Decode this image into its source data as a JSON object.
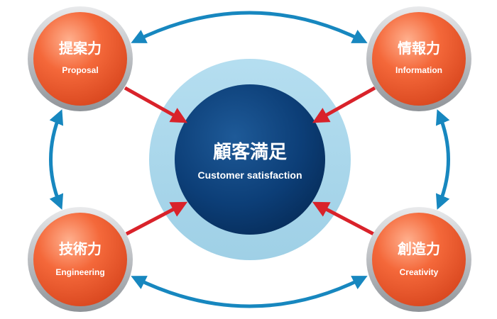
{
  "center": {
    "title_jp": "顧客満足",
    "title_en": "Customer satisfaction"
  },
  "nodes": {
    "proposal": {
      "jp": "提案力",
      "en": "Proposal"
    },
    "information": {
      "jp": "情報力",
      "en": "Information"
    },
    "engineering": {
      "jp": "技術力",
      "en": "Engineering"
    },
    "creativity": {
      "jp": "創造力",
      "en": "Creativity"
    }
  },
  "colors": {
    "node_fill": "#f0602e",
    "node_ring": "#b9bcc0",
    "center_fill": "#0b3f78",
    "center_halo": "#a9d8ea",
    "cycle_arrow": "#1787bf",
    "inward_arrow": "#d9222a"
  }
}
